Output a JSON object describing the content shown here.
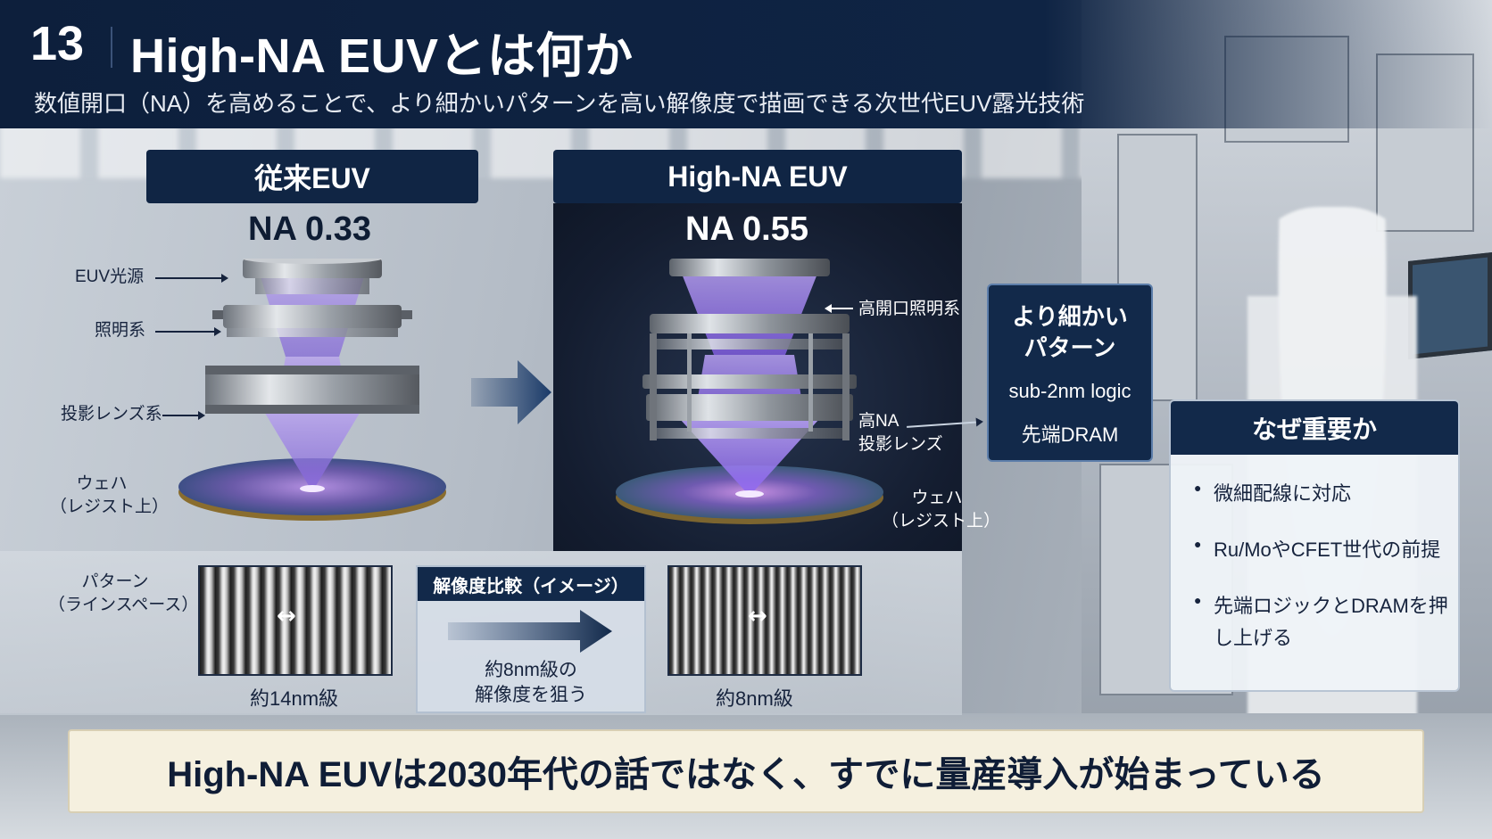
{
  "header": {
    "slide_number": "13",
    "title": "High-NA EUVとは何か",
    "subtitle": "数値開口（NA）を高めることで、より細かいパターンを高い解像度で描画できる次世代EUV露光技術"
  },
  "conventional": {
    "heading": "従来EUV",
    "na_value": "NA 0.33",
    "labels": {
      "light_source": "EUV光源",
      "illumination": "照明系",
      "projection": "投影レンズ系",
      "wafer_line1": "ウェハ",
      "wafer_line2": "（レジスト上）"
    }
  },
  "high_na": {
    "heading": "High-NA EUV",
    "na_value": "NA 0.55",
    "labels": {
      "illumination": "高開口照明系",
      "projection_line1": "高NA",
      "projection_line2": "投影レンズ",
      "wafer_line1": "ウェハ",
      "wafer_line2": "（レジスト上）"
    }
  },
  "result": {
    "title_line1": "より細かい",
    "title_line2": "パターン",
    "line1": "sub-2nm logic",
    "line2": "先端DRAM"
  },
  "why": {
    "heading": "なぜ重要か",
    "items": [
      "微細配線に対応",
      "Ru/MoやCFET世代の前提",
      "先端ロジックとDRAMを押し上げる"
    ]
  },
  "pattern": {
    "row_label_line1": "パターン",
    "row_label_line2": "（ラインスペース）",
    "conv_caption": "約14nm級",
    "high_caption": "約8nm級",
    "dim_symbol": "↔",
    "compare_title": "解像度比較（イメージ）",
    "compare_line1": "約8nm級の",
    "compare_line2": "解像度を狙う"
  },
  "banner": {
    "text": "High-NA EUVは2030年代の話ではなく、すでに量産導入が始まっている"
  },
  "colors": {
    "navy": "#102544",
    "beam": "#9b7fe6",
    "banner_bg": "#f5f0df"
  }
}
